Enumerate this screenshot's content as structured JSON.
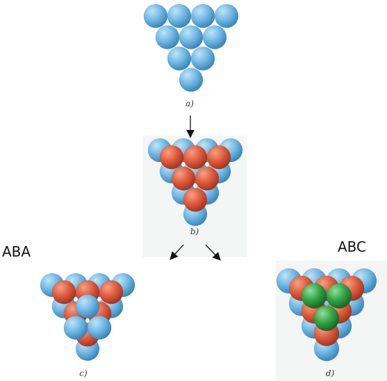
{
  "colors": {
    "layer_a": "#5aaee0",
    "layer_b": "#e0553b",
    "layer_c": "#2a9a3e",
    "arrow": "#111111"
  },
  "captions": {
    "a": "a)",
    "b": "b)",
    "c": "c)",
    "d": "d)"
  },
  "labels": {
    "left": "ABA",
    "right": "ABC"
  },
  "diagrams": {
    "a": {
      "layers": [
        "layer_a"
      ],
      "spheres_per_layer": [
        10
      ]
    },
    "b": {
      "layers": [
        "layer_a",
        "layer_b"
      ],
      "spheres_per_layer": [
        10,
        6
      ]
    },
    "c": {
      "layers": [
        "layer_a",
        "layer_b",
        "layer_a"
      ],
      "spheres_per_layer": [
        10,
        6,
        3
      ]
    },
    "d": {
      "layers": [
        "layer_a",
        "layer_b",
        "layer_c"
      ],
      "spheres_per_layer": [
        10,
        6,
        3
      ]
    }
  }
}
